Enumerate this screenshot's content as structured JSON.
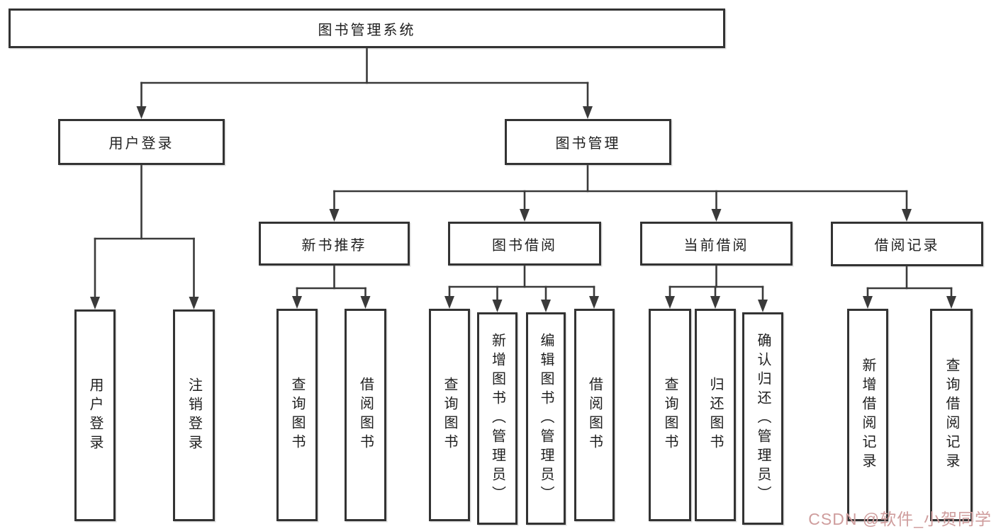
{
  "tree": {
    "root": "图书管理系统",
    "branches": [
      {
        "label": "用户登录",
        "children": [
          "用户登录",
          "注销登录"
        ]
      },
      {
        "label": "图书管理",
        "children": [
          {
            "label": "新书推荐",
            "children": [
              "查询图书",
              "借阅图书"
            ]
          },
          {
            "label": "图书借阅",
            "children": [
              "查询图书",
              "新增图书（管理员）",
              "编辑图书（管理员）",
              "借阅图书"
            ]
          },
          {
            "label": "当前借阅",
            "children": [
              "查询图书",
              "归还图书",
              "确认归还（管理员）"
            ]
          },
          {
            "label": "借阅记录",
            "children": [
              "新增借阅记录",
              "查询借阅记录"
            ]
          }
        ]
      }
    ]
  },
  "watermark": {
    "text": "CSDN @软件_小贺同学",
    "color": "#cf9d9d"
  },
  "colors": {
    "line": "#3a3a3a",
    "box_border": "#333333",
    "text": "#1f1f1f",
    "background": "#ffffff"
  }
}
